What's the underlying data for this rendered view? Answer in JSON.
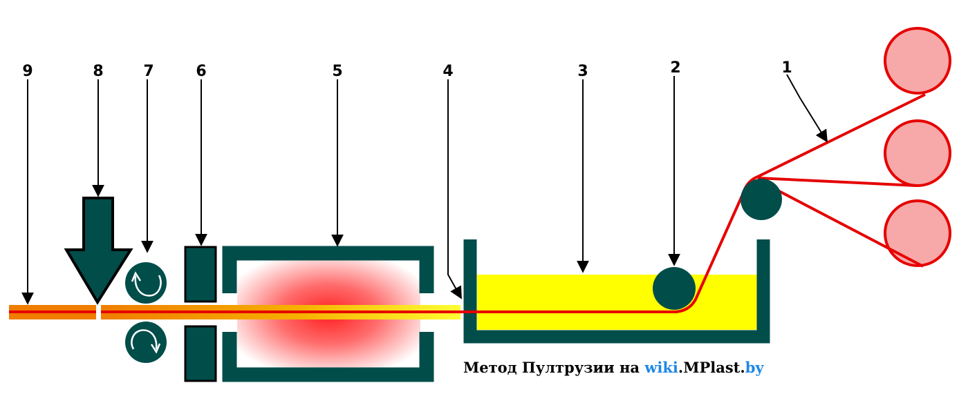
{
  "labels": {
    "l1": "1",
    "l2": "2",
    "l3": "3",
    "l4": "4",
    "l5": "5",
    "l6": "6",
    "l7": "7",
    "l8": "8",
    "l9": "9"
  },
  "caption": {
    "prefix": "Метод Пултрузии на ",
    "site_highlight": "wiki",
    "site_middle": ".MPlast.",
    "site_tld": "by"
  },
  "colors": {
    "equipment": "#004d4a",
    "fiber": "#e60000",
    "bobbin_fill": "#f7a8a8",
    "resin": "#ffff00",
    "profile": "#f07d00",
    "link": "#1e88e5"
  }
}
